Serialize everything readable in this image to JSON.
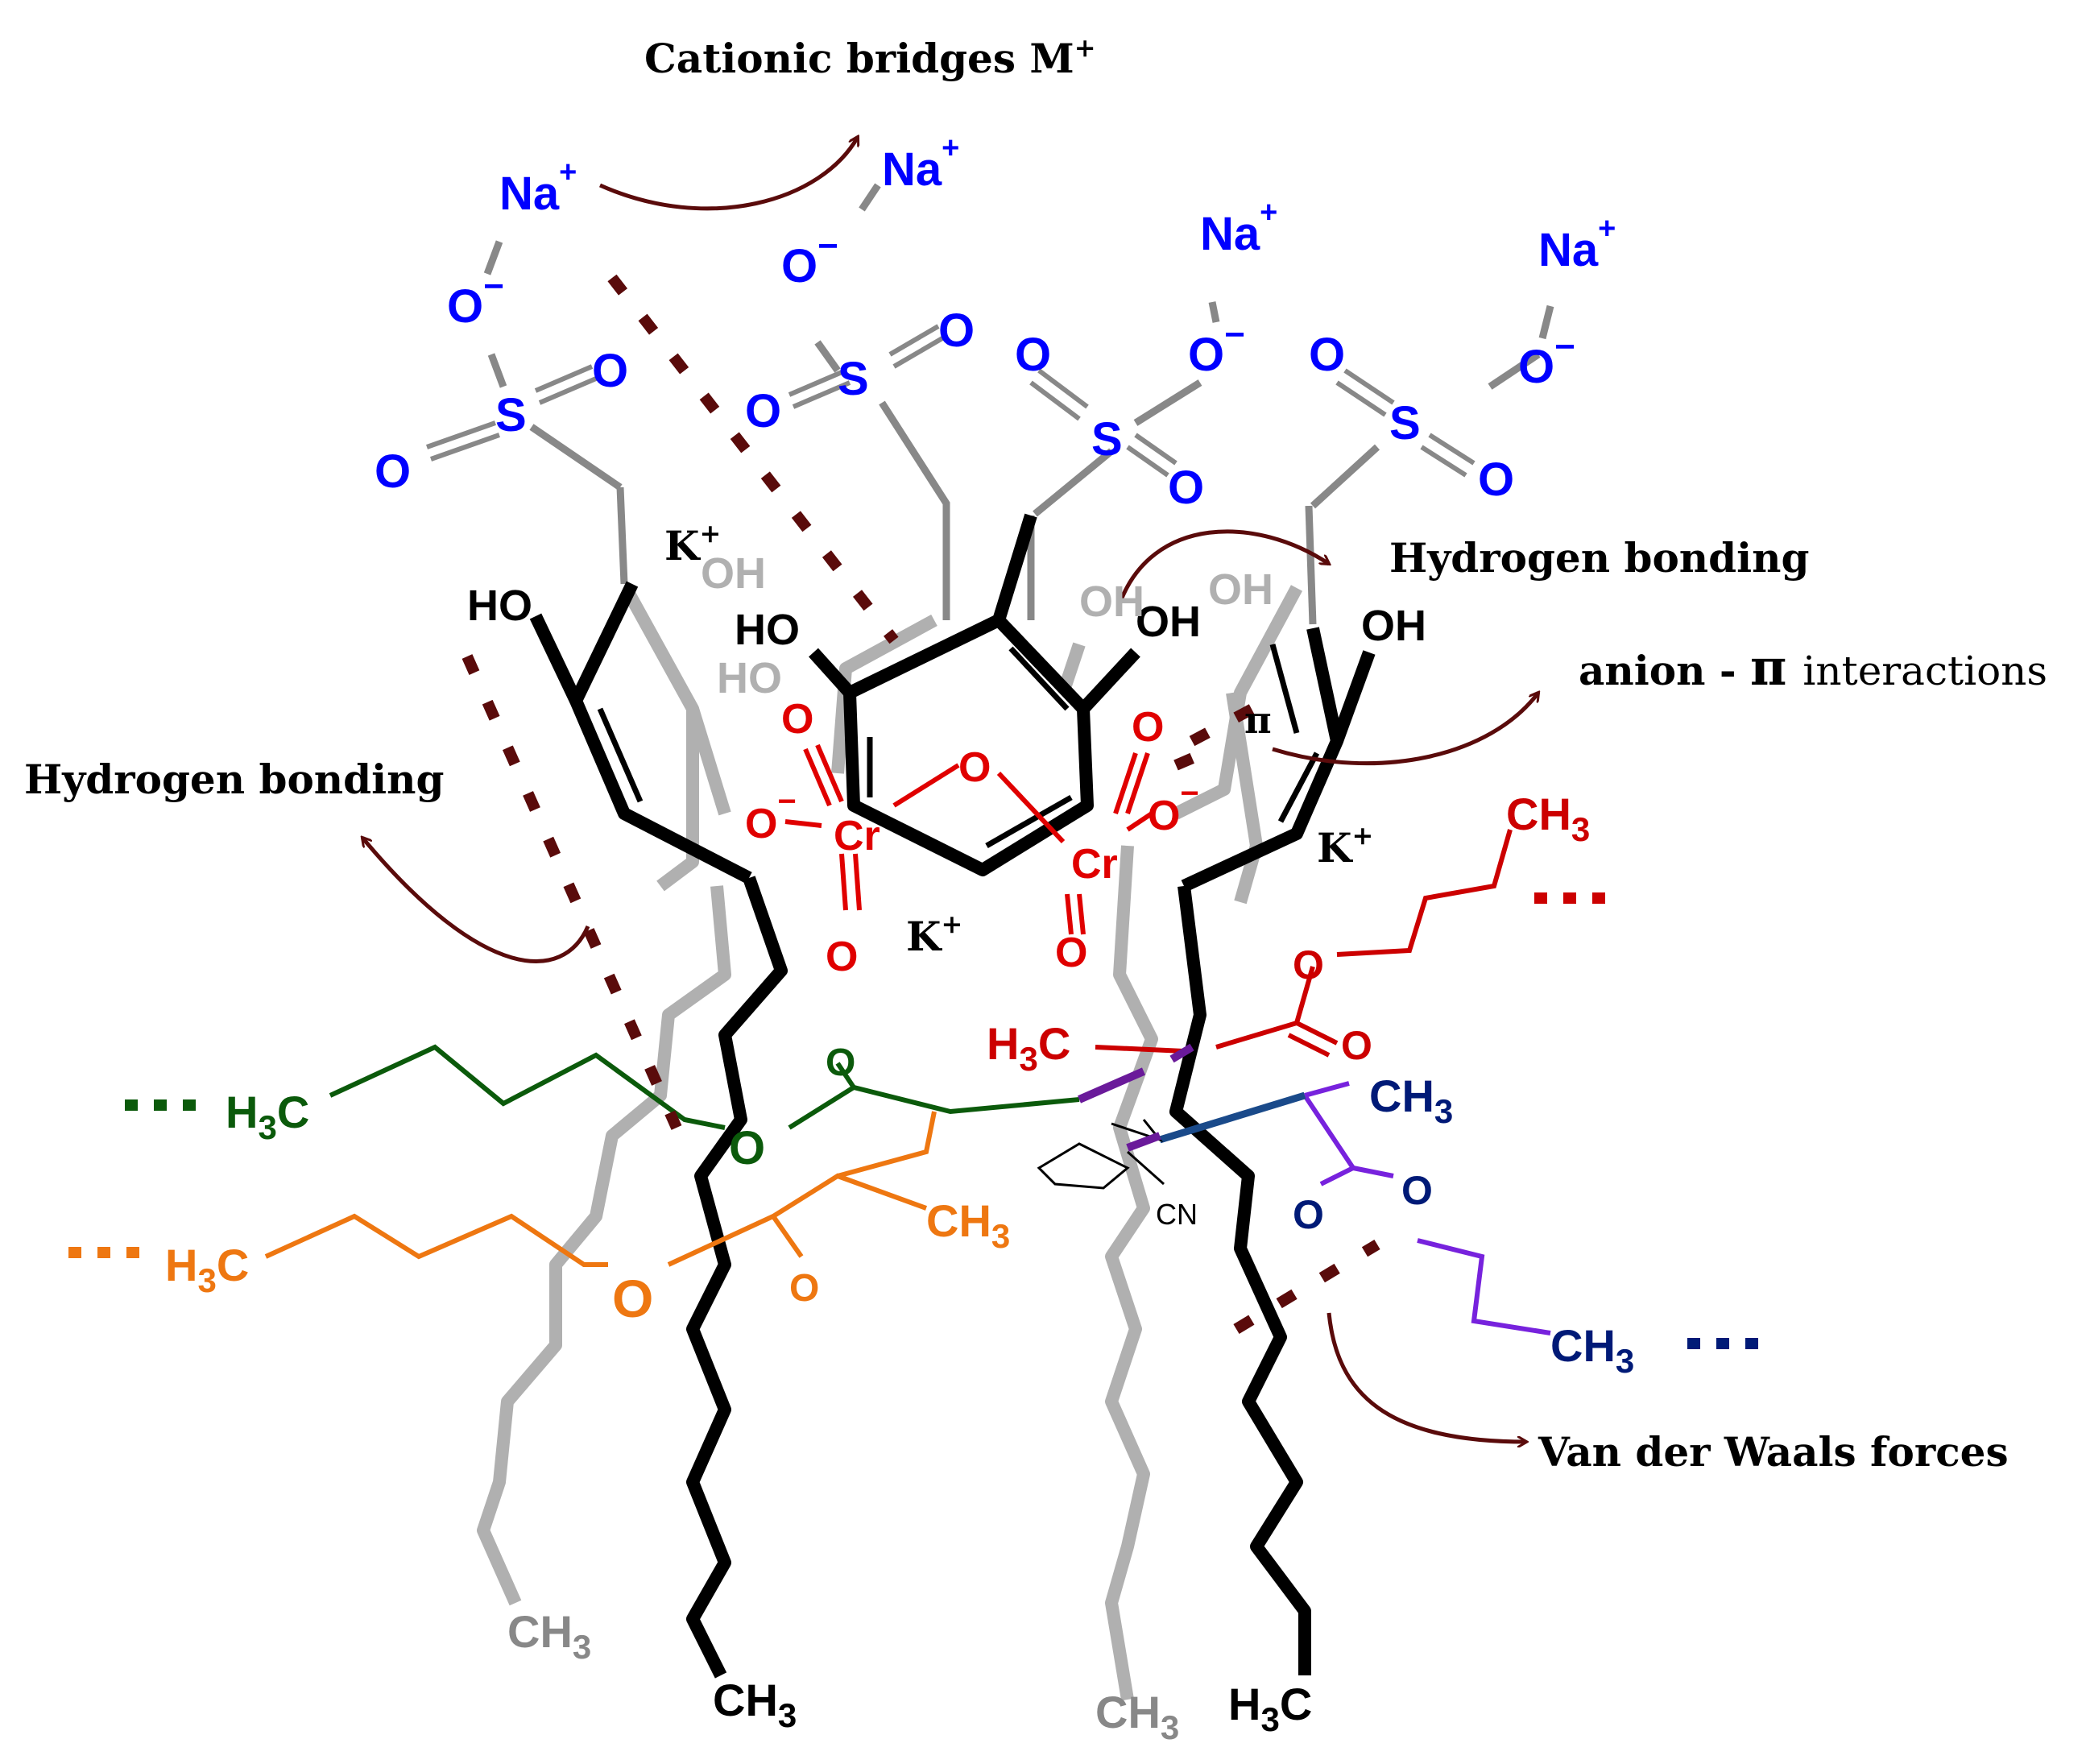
{
  "labels": {
    "cationic_bridges": "Cationic bridges M",
    "cationic_sup": "+",
    "hydrogen_bonding_left": "Hydrogen bonding",
    "hydrogen_bonding_right": "Hydrogen bonding",
    "anion_pi_prefix": "anion - ",
    "pi_symbol": "π",
    "anion_pi_suffix": "interactions",
    "van_der_waals": "Van der Waals forces"
  },
  "ions": {
    "na": "Na",
    "plus": "+",
    "minus": "−",
    "k": "K",
    "o": "O",
    "s": "S",
    "cr": "Cr",
    "oh": "OH",
    "ho": "HO",
    "pi": "π"
  },
  "groups": {
    "ch3": "CH",
    "h3c": "H",
    "c": "C",
    "sub3": "3",
    "cn": "CN",
    "dots": "▪ ▪ ▪"
  },
  "colors": {
    "blue": "#0000ff",
    "red": "#e00000",
    "dark_red": "#5a0b0b",
    "green": "#0b5a0b",
    "orange": "#ee7711",
    "purple": "#7722dd",
    "navy": "#001a77",
    "gray": "#b0b0b0",
    "mid_gray": "#888888",
    "black": "#000000"
  }
}
